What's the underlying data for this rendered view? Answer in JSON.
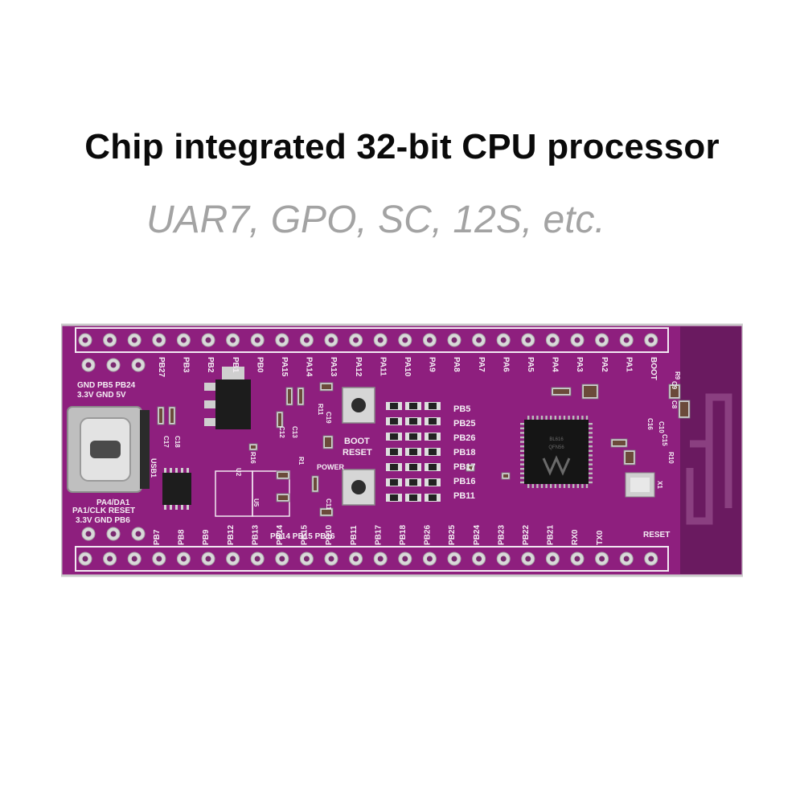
{
  "headline": "Chip integrated 32-bit CPU processor",
  "subline": "UAR7, GPO, SC, 12S, etc.",
  "board": {
    "colors": {
      "pcb": "#8e1f7e",
      "pcb_dark": "#6d1461",
      "antenna_area": "#6a1a60",
      "pad": "#d8d8d8",
      "silkscreen": "#f4eef4"
    },
    "labels": {
      "top_pins": [
        "PB27",
        "PB3",
        "PB2",
        "PB1",
        "PB0",
        "PA15",
        "PA14",
        "PA13",
        "PA12",
        "PA11",
        "PA10",
        "PA9",
        "PA8",
        "PA7",
        "PA6",
        "PA5",
        "PA4",
        "PA3",
        "PA2",
        "PA1",
        "BOOT"
      ],
      "header_left_top": [
        "GND PB5 PB24",
        "3.3V GND  5V"
      ],
      "header_left_bottom": [
        "PA1/CLK  RESET",
        "3.3V  GND PB6"
      ],
      "pa4": "PA4/DA1",
      "right_side_pins": [
        "PB5",
        "PB25",
        "PB26",
        "PB18",
        "PB17",
        "PB16",
        "PB11"
      ],
      "bottom_pins": [
        "PB7",
        "PB8",
        "PB9",
        "PB12",
        "PB13",
        "PB14",
        "PB15",
        "PB10",
        "PB11",
        "PB17",
        "PB18",
        "PB26",
        "PB25",
        "PB24",
        "PB23",
        "PB22",
        "PB21",
        "RX0",
        "TX0"
      ],
      "bottom_row_text": "PB14 PB15 PB16",
      "buttons": [
        "BOOT",
        "RESET"
      ],
      "power": "POWER",
      "usb": "USB1",
      "reset_bottom": "RESET",
      "refs": [
        "C19",
        "R11",
        "C12",
        "C13",
        "C17",
        "C18",
        "R16",
        "U2",
        "U5",
        "R1",
        "C11",
        "X1",
        "C10",
        "R10",
        "C16",
        "C15",
        "C9",
        "C8",
        "R9"
      ]
    }
  }
}
